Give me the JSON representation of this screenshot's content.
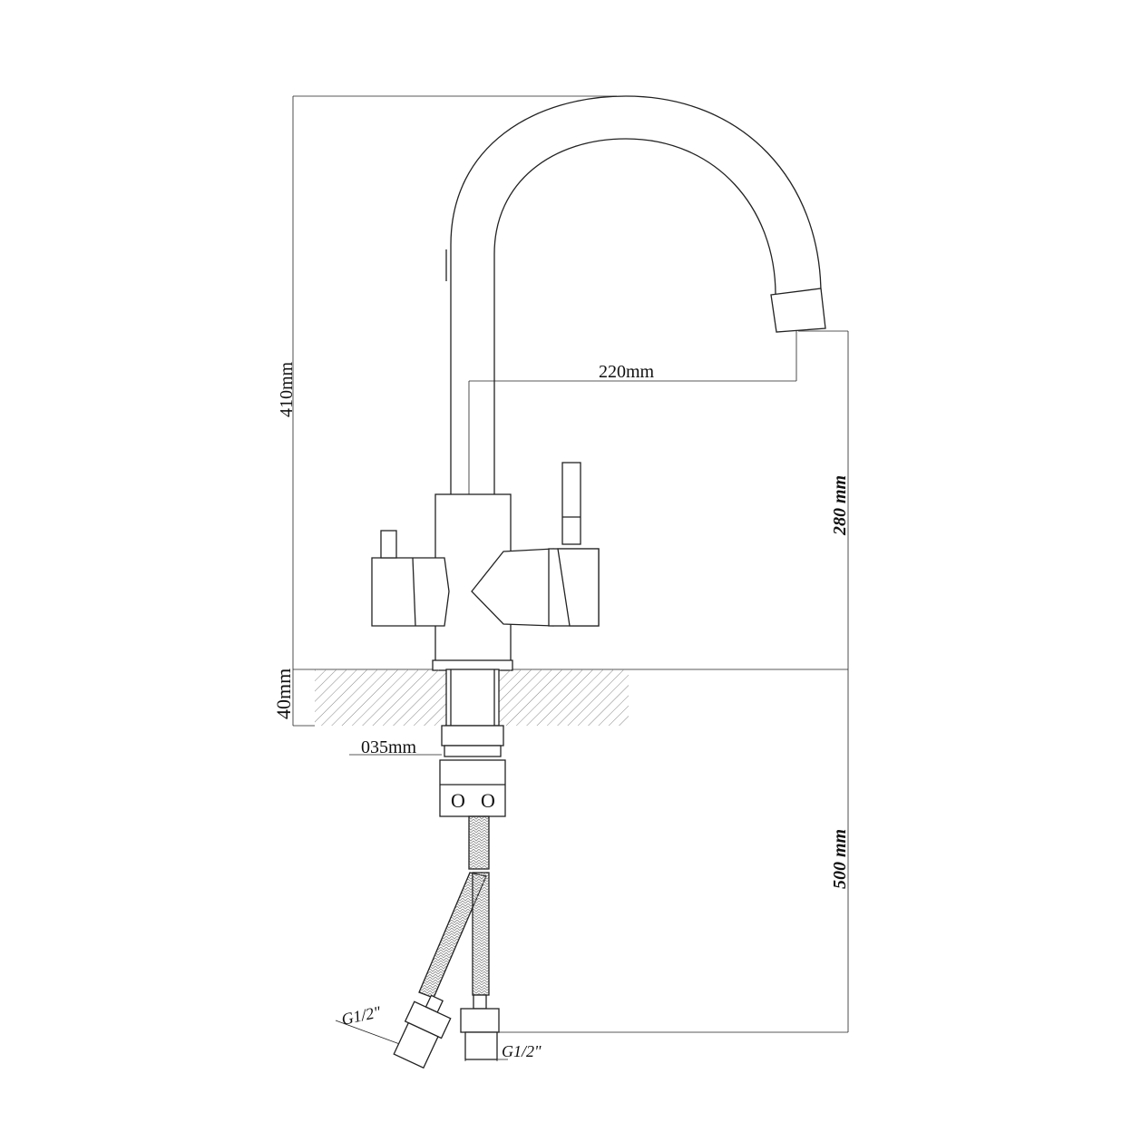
{
  "dimensions": {
    "height_total": "410mm",
    "reach": "220mm",
    "spout_height": "280 mm",
    "counter_thickness": "40mm",
    "hole_diameter": "035mm",
    "hose_length": "500 mm"
  },
  "connections": {
    "left_thread": "G1/2\"",
    "right_thread": "G1/2\""
  },
  "colors": {
    "line": "#222222",
    "hatch": "#777777"
  }
}
